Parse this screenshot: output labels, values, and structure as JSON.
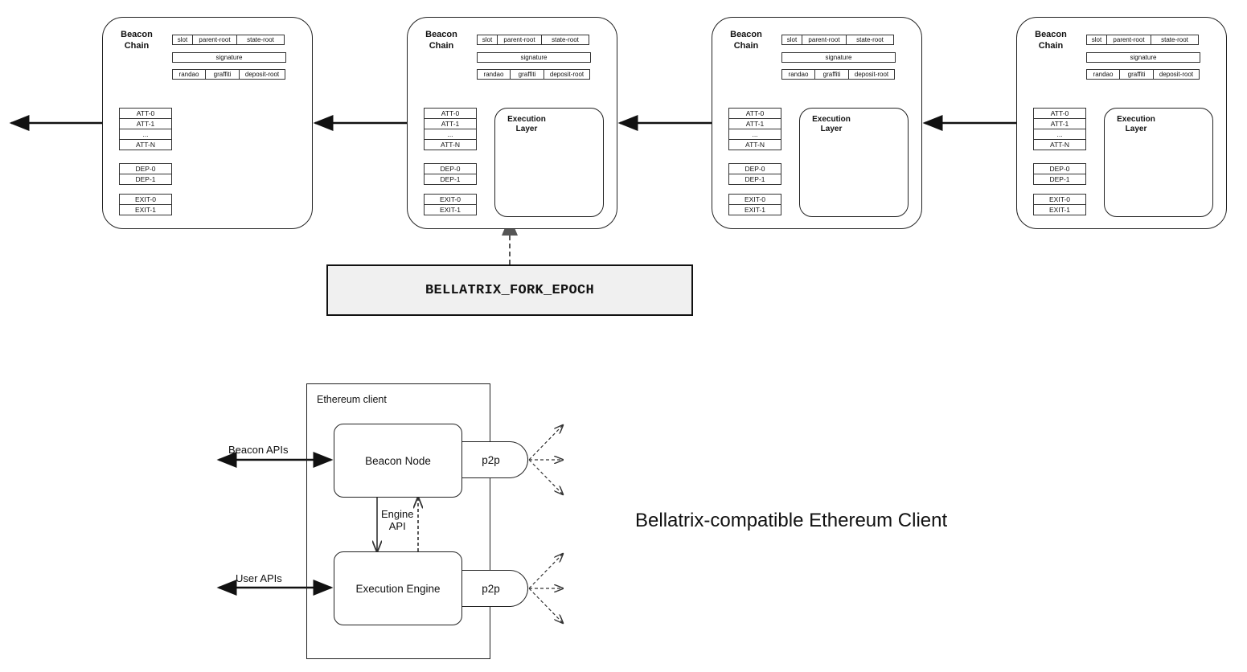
{
  "top_diagram": {
    "blocks": [
      {
        "title_line1": "Beacon",
        "title_line2": "Chain",
        "has_execution_layer": false
      },
      {
        "title_line1": "Beacon",
        "title_line2": "Chain",
        "has_execution_layer": true
      },
      {
        "title_line1": "Beacon",
        "title_line2": "Chain",
        "has_execution_layer": true
      },
      {
        "title_line1": "Beacon",
        "title_line2": "Chain",
        "has_execution_layer": true
      }
    ],
    "header_fields": {
      "row1": [
        "slot",
        "parent-root",
        "state-root"
      ],
      "row2": [
        "signature"
      ],
      "row3": [
        "randao",
        "graffiti",
        "deposit-root"
      ]
    },
    "attestations": [
      "ATT-0",
      "ATT-1",
      "...",
      "ATT-N"
    ],
    "deposits": [
      "DEP-0",
      "DEP-1"
    ],
    "exits": [
      "EXIT-0",
      "EXIT-1"
    ],
    "execution_layer": {
      "line1": "Execution",
      "line2": "Layer"
    },
    "fork_label": "BELLATRIX_FORK_EPOCH"
  },
  "client_diagram": {
    "container_title": "Ethereum client",
    "beacon_node": "Beacon Node",
    "execution_engine": "Execution Engine",
    "p2p_top": "p2p",
    "p2p_bottom": "p2p",
    "beacon_apis": "Beacon APIs",
    "user_apis": "User APIs",
    "engine_api_line1": "Engine",
    "engine_api_line2": "API"
  },
  "caption": "Bellatrix-compatible Ethereum Client"
}
